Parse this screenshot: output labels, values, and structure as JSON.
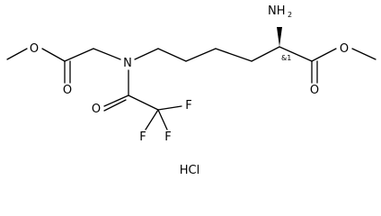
{
  "atoms": {
    "amine": "NH",
    "amine_sub": "2",
    "stereo": "&1",
    "nitrogen": "N",
    "o_left_ether": "O",
    "o_left_carbonyl": "O",
    "o_amide": "O",
    "o_right_carbonyl": "O",
    "o_right_ether": "O",
    "f1": "F",
    "f2": "F",
    "f3": "F"
  },
  "salt": "HCl"
}
